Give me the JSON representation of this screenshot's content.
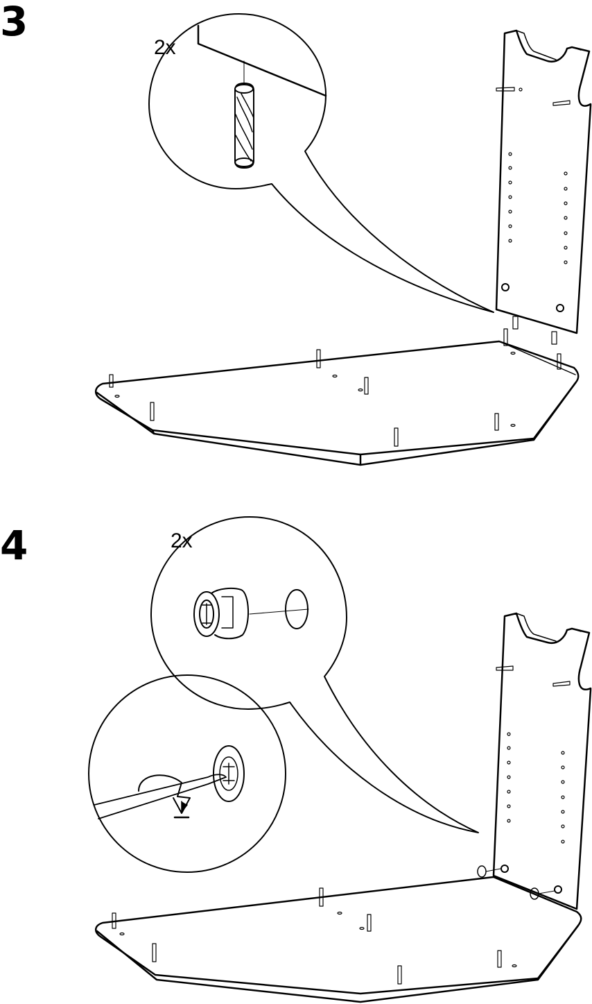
{
  "steps": [
    {
      "number": "3",
      "quantity": "2x",
      "detail_icon": "wooden-dowel-icon"
    },
    {
      "number": "4",
      "quantity": "2x",
      "detail_icon": "cam-lock-icon",
      "tool_icon": "screwdriver-icon"
    }
  ],
  "colors": {
    "ink": "#000000",
    "paper": "#ffffff"
  }
}
